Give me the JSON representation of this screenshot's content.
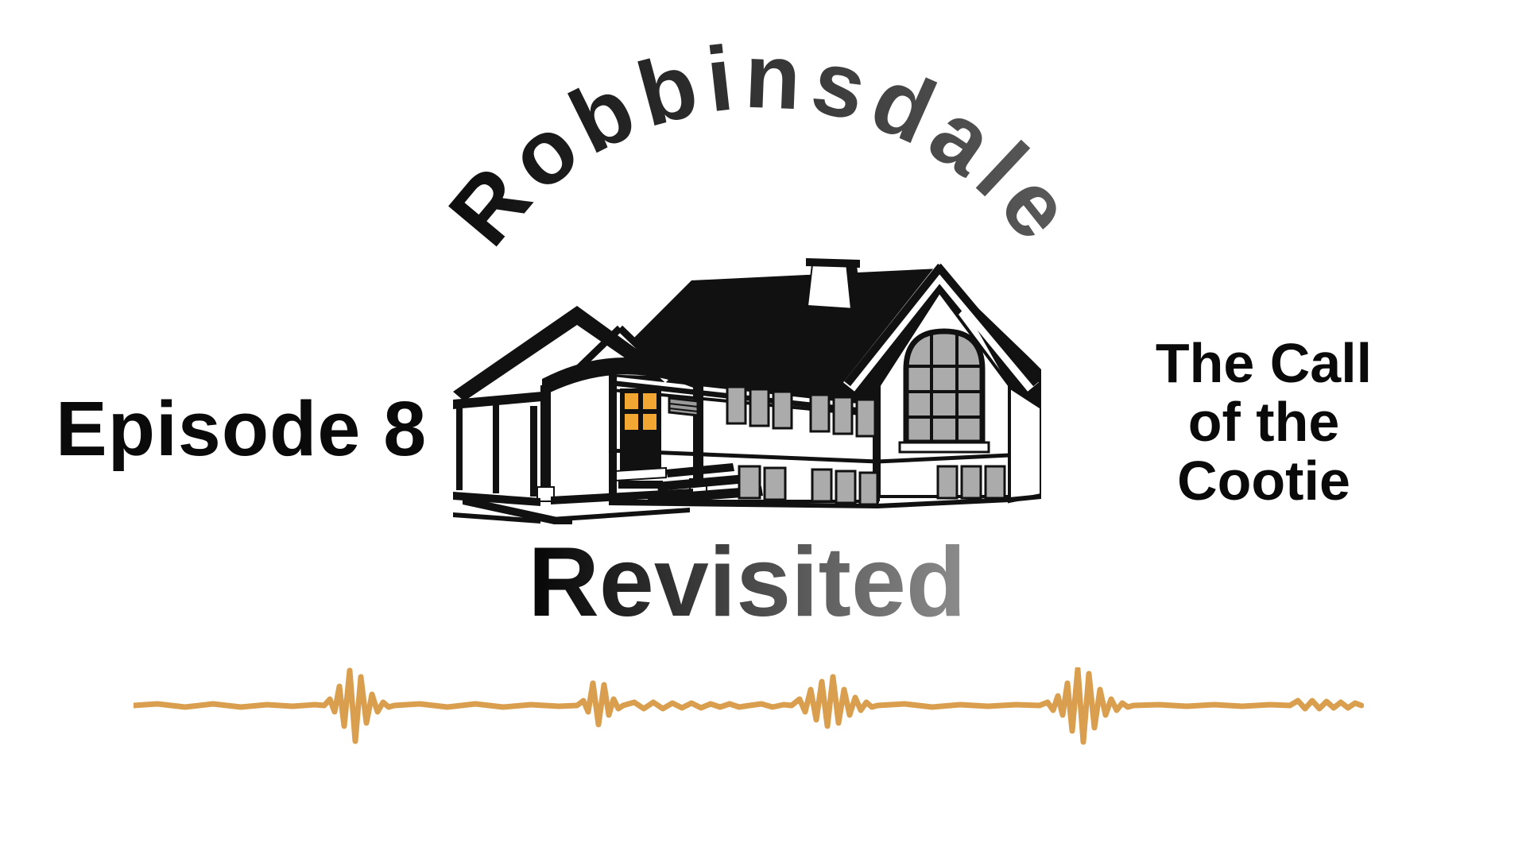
{
  "titles": {
    "series_arc": "Robbinsdale",
    "series_sub": "Revisited"
  },
  "episode": {
    "label": "Episode 8",
    "title": "The Call of the Cootie",
    "title_lines": [
      "The Call",
      "of the",
      "Cootie"
    ]
  },
  "graphics": {
    "house_icon": "black-and-white craftsman house with orange door",
    "waveform_icon": "audio-waveform",
    "colors": {
      "background": "#ffffff",
      "text_black": "#0a0a0a",
      "title_gradient_start": "#0b0b0b",
      "title_gradient_end": "#5e5e5e",
      "revisited_gradient_start": "#050505",
      "revisited_gradient_end": "#8c8c8c",
      "waveform_orange": "#D99F4E",
      "door_orange": "#F2A733",
      "window_gray": "#ABABAB",
      "roof_black": "#111111"
    }
  }
}
